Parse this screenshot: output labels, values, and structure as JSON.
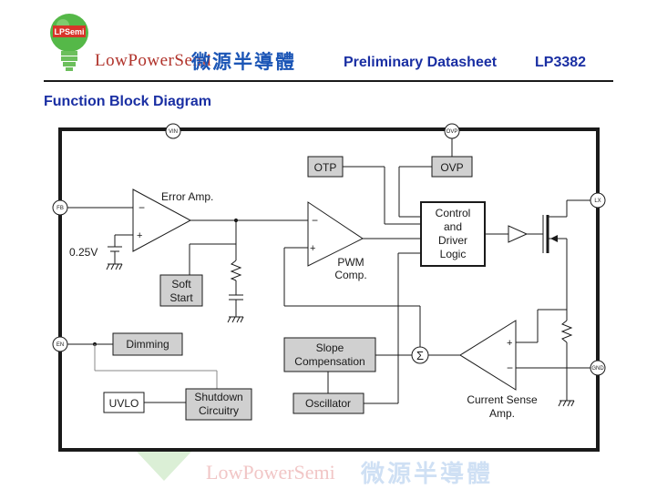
{
  "header": {
    "logo_text": "LPSemi",
    "company_en": "LowPowerSemi",
    "company_zh": "微源半導體",
    "doc_title": "Preliminary Datasheet",
    "part_number": "LP3382"
  },
  "section_title": "Function Block Diagram",
  "diagram": {
    "pins": {
      "vin": "VIN",
      "fb": "FB",
      "en": "EN",
      "ovp": "OVP",
      "lx": "LX",
      "gnd": "GND"
    },
    "blocks": {
      "otp": "OTP",
      "ovp": "OVP",
      "control_line1": "Control",
      "control_line2": "and",
      "control_line3": "Driver",
      "control_line4": "Logic",
      "soft_line1": "Soft",
      "soft_line2": "Start",
      "dimming": "Dimming",
      "uvlo": "UVLO",
      "shutdown_line1": "Shutdown",
      "shutdown_line2": "Circuitry",
      "slope_line1": "Slope",
      "slope_line2": "Compensation",
      "oscillator": "Oscillator"
    },
    "labels": {
      "error_amp": "Error Amp.",
      "pwm_line1": "PWM",
      "pwm_line2": "Comp.",
      "current_sense_line1": "Current Sense",
      "current_sense_line2": "Amp.",
      "vref": "0.25V",
      "sum": "Σ",
      "minus": "−",
      "plus": "+"
    }
  },
  "footer": {
    "company_en": "LowPowerSemi",
    "company_zh": "微源半導體"
  },
  "colors": {
    "accent": "#1a2fa3",
    "block_fill": "#d0d0d0",
    "brand_red": "#b0322a",
    "brand_green": "#55b848"
  }
}
